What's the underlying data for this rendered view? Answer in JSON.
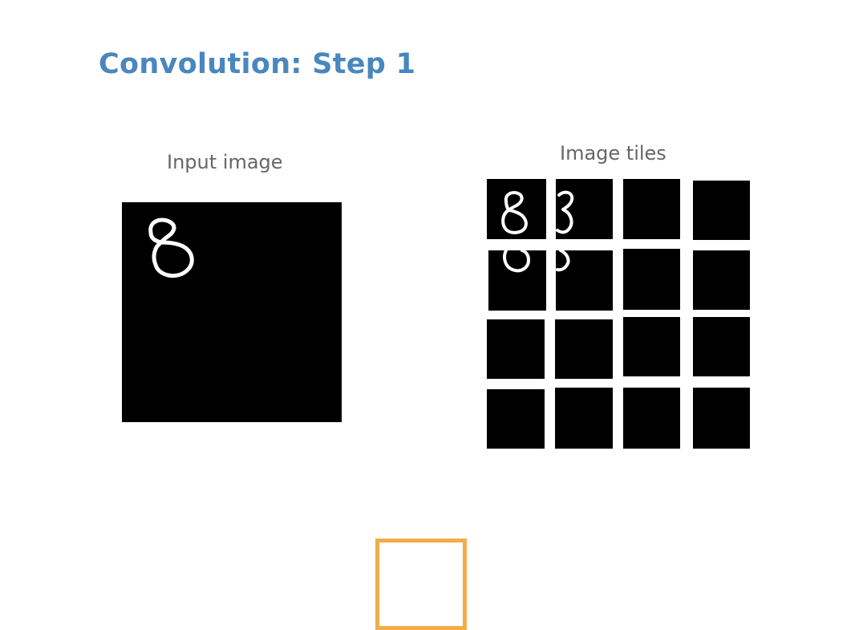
{
  "slide": {
    "title": "Convolution: Step 1",
    "title_color": "#4a86bf"
  },
  "input_panel": {
    "caption": "Input image",
    "image_background": "#000000",
    "digit_glyph": "handwritten-8",
    "window_color": "#f2ad4a"
  },
  "tiles_panel": {
    "caption": "Image tiles",
    "grid_rows": 4,
    "grid_cols": 4,
    "tile_background": "#000000",
    "tiles_with_digit_strokes": [
      "row-1-col-1",
      "row-1-col-2",
      "row-2-col-1",
      "row-2-col-2"
    ]
  }
}
